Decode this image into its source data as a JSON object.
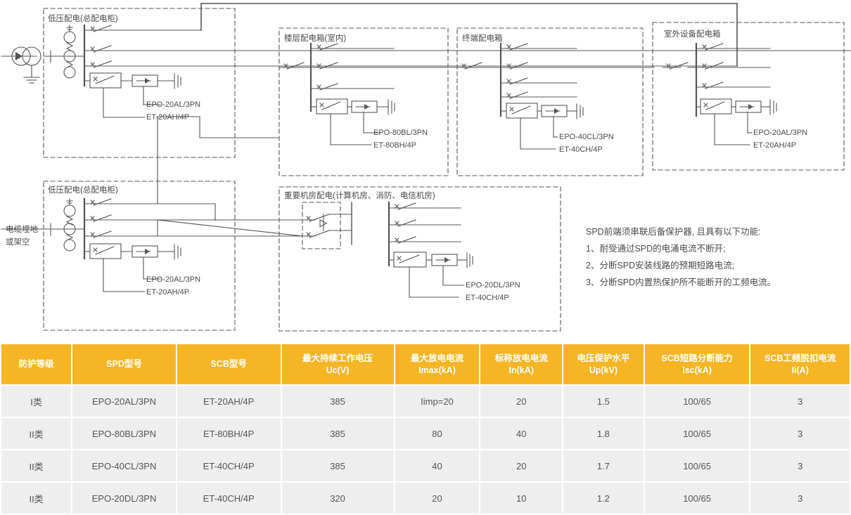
{
  "diagram": {
    "source_label": "电缆埋地\n或架空",
    "source_label_line1": "电缆埋地",
    "source_label_line2": "或架空",
    "panels": [
      {
        "id": "lv-main-top",
        "title": "低压配电(总配电柜)",
        "spd_model": "EPO-20AL/3PN",
        "scb_model": "ET-20AH/4P"
      },
      {
        "id": "floor-box",
        "title": "楼层配电箱(室内)",
        "spd_model": "EPO-80BL/3PN",
        "scb_model": "ET-80BH/4P"
      },
      {
        "id": "terminal-box",
        "title": "终端配电箱",
        "spd_model": "EPO-40CL/3PN",
        "scb_model": "ET-40CH/4P"
      },
      {
        "id": "outdoor-box",
        "title": "室外设备配电箱",
        "spd_model": "EPO-20AL/3PN",
        "scb_model": "ET-20AH/4P"
      },
      {
        "id": "lv-main-bottom",
        "title": "低压配电(总配电柜)",
        "spd_model": "EPO-20AL/3PN",
        "scb_model": "ET-20AH/4P"
      },
      {
        "id": "critical-room",
        "title": "重要机房配电(计算机房、消防、电信机房)",
        "spd_model": "EPO-20DL/3PN",
        "scb_model": "ET-40CH/4P"
      }
    ],
    "note": {
      "heading": "SPD前端须串联后备保护器, 且具有以下功能:",
      "items": [
        "1、耐受通过SPD的电涌电流不断开;",
        "2、分断SPD安装线路的预期短路电流;",
        "3、分断SPD内置热保护所不能断开的工频电流。"
      ]
    }
  },
  "table": {
    "accent_color": "#f5b524",
    "cell_bg": "#eeeeee",
    "headers": [
      {
        "line1": "防护等级",
        "line2": ""
      },
      {
        "line1": "SPD型号",
        "line2": ""
      },
      {
        "line1": "SCB型号",
        "line2": ""
      },
      {
        "line1": "最大持续工作电压",
        "line2": "Uc(V)"
      },
      {
        "line1": "最大放电电流",
        "line2": "Imax(kA)"
      },
      {
        "line1": "标称放电电流",
        "line2": "In(kA)"
      },
      {
        "line1": "电压保护水平",
        "line2": "Up(kV)"
      },
      {
        "line1": "SCB短路分断能力",
        "line2": "Isc(kA)"
      },
      {
        "line1": "SCB工频脱扣电流",
        "line2": "Ii(A)"
      }
    ],
    "rows": [
      {
        "c0": "I类",
        "c1": "EPO-20AL/3PN",
        "c2": "ET-20AH/4P",
        "c3": "385",
        "c4": "Iimp=20",
        "c5": "20",
        "c6": "1.5",
        "c7": "100/65",
        "c8": "3"
      },
      {
        "c0": "II类",
        "c1": "EPO-80BL/3PN",
        "c2": "ET-80BH/4P",
        "c3": "385",
        "c4": "80",
        "c5": "40",
        "c6": "1.8",
        "c7": "100/65",
        "c8": "3"
      },
      {
        "c0": "II类",
        "c1": "EPO-40CL/3PN",
        "c2": "ET-40CH/4P",
        "c3": "385",
        "c4": "40",
        "c5": "20",
        "c6": "1.7",
        "c7": "100/65",
        "c8": "3"
      },
      {
        "c0": "II类",
        "c1": "EPO-20DL/3PN",
        "c2": "ET-40CH/4P",
        "c3": "320",
        "c4": "20",
        "c5": "10",
        "c6": "1.2",
        "c7": "100/65",
        "c8": "3"
      }
    ]
  }
}
